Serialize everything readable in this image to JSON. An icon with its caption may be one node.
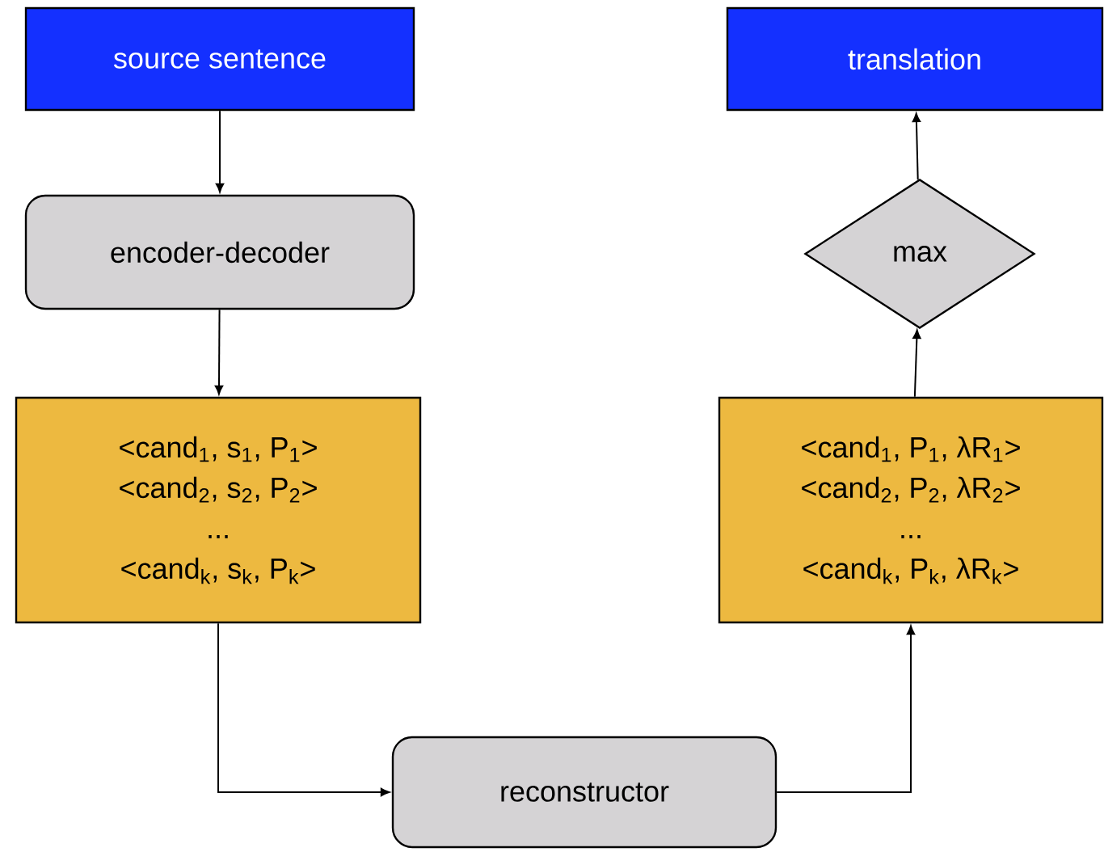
{
  "diagram": {
    "nodes": [
      {
        "text": [
          "source sentence"
        ]
      },
      {
        "text": [
          "encoder-decoder"
        ]
      },
      {
        "text": [
          "<cand$_{1}$, s$_{1}$, P$_{1}$>",
          "<cand$_{2}$, s$_{2}$, P$_{2}$>",
          "...",
          "<cand$_{k}$, s$_{k}$, P$_{k}$>"
        ]
      },
      {
        "text": [
          "reconstructor"
        ]
      },
      {
        "text": [
          "<cand$_{1}$, P$_{1}$, λR$_{1}$>",
          "<cand$_{2}$, P$_{2}$, λR$_{2}$>",
          "...",
          "<cand$_{k}$, P$_{k}$, λR$_{k}$>"
        ]
      },
      {
        "text": [
          "max"
        ]
      },
      {
        "text": [
          "translation"
        ]
      }
    ],
    "edges": [
      {
        "from": 0,
        "to": 1,
        "arrow": "to"
      },
      {
        "from": 1,
        "to": 2,
        "arrow": "to"
      },
      {
        "from": 2,
        "to": 3,
        "arrow": "to"
      },
      {
        "from": 3,
        "to": 4,
        "arrow": "to"
      },
      {
        "from": 4,
        "to": 5,
        "arrow": "to"
      },
      {
        "from": 5,
        "to": 6,
        "arrow": "to"
      }
    ]
  }
}
